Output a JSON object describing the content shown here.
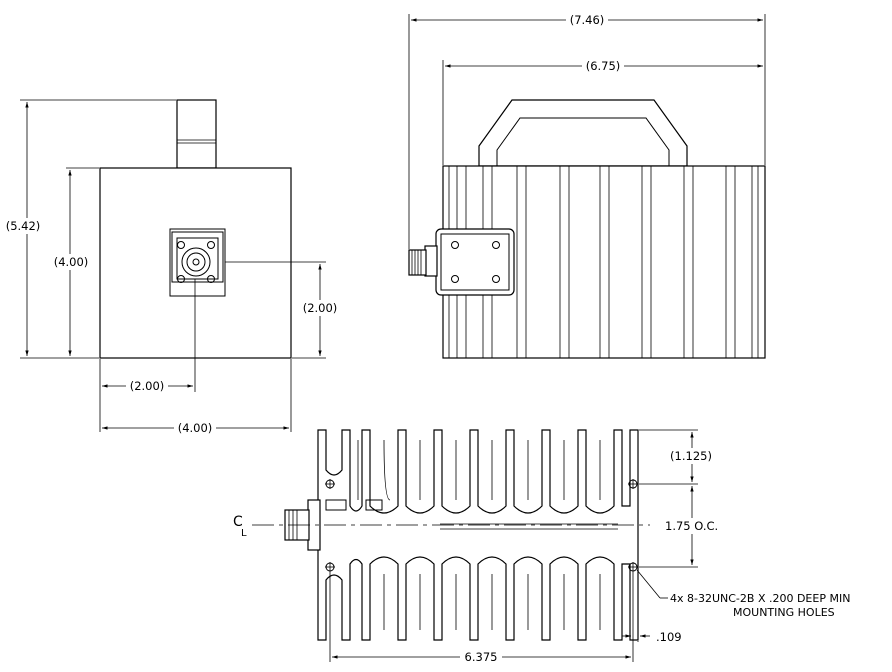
{
  "drawing": {
    "front_view": {
      "overall_height": "(5.42)",
      "body_height": "(4.00)",
      "connector_height": "(2.00)",
      "connector_offset": "(2.00)",
      "body_width": "(4.00)"
    },
    "side_view": {
      "overall_length": "(7.46)",
      "body_length": "(6.75)"
    },
    "bottom_view": {
      "hole_offset": "(1.125)",
      "hole_spacing": "1.75 O.C.",
      "hole_note_line1": "4x 8-32UNC-2B X .200 DEEP MIN",
      "hole_note_line2": "MOUNTING HOLES",
      "end_offset": ".109",
      "hole_pitch_length": "6.375",
      "centerline_symbol": "C",
      "centerline_sub": "L"
    }
  }
}
